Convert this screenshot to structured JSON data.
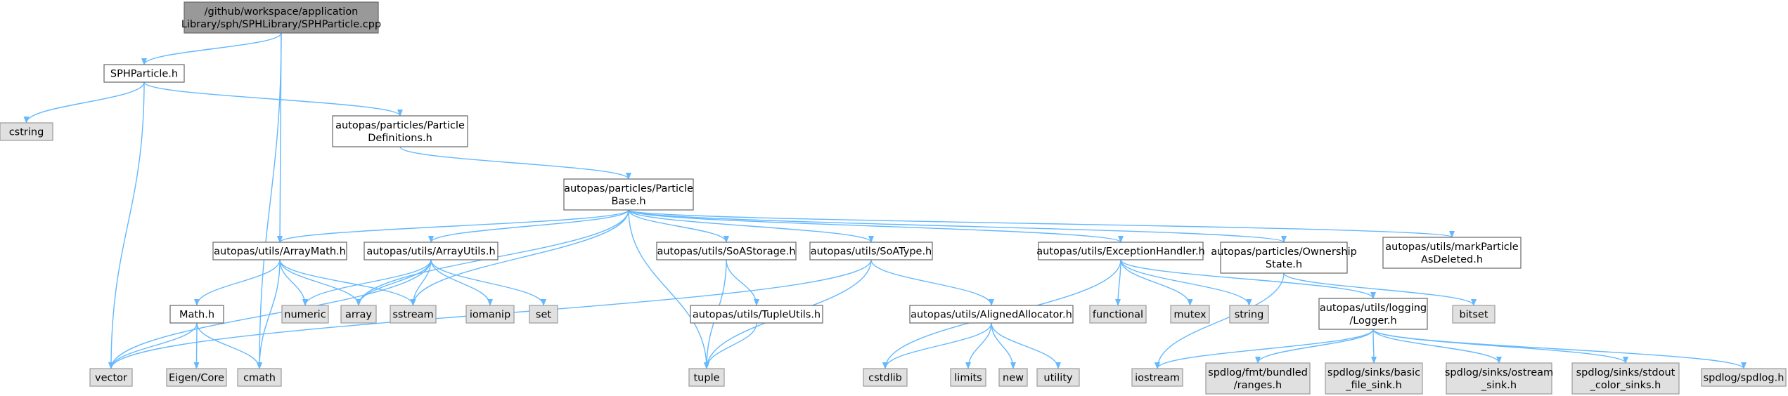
{
  "colors": {
    "edge": "#63b8ff",
    "root_fill": "#999999",
    "root_stroke": "#666666",
    "node_fill": "#ffffff",
    "node_stroke": "#666666",
    "leaf_fill": "#e0e0e0",
    "leaf_stroke": "#999999"
  },
  "nodes": [
    {
      "id": "root",
      "kind": "root",
      "lines": [
        "/github/workspace/application",
        "Library/sph/SPHLibrary/SPHParticle.cpp"
      ]
    },
    {
      "id": "sphparticle_h",
      "kind": "node",
      "lines": [
        "SPHParticle.h"
      ]
    },
    {
      "id": "cstring",
      "kind": "leaf",
      "lines": [
        "cstring"
      ]
    },
    {
      "id": "particle_definitions",
      "kind": "node",
      "lines": [
        "autopas/particles/Particle",
        "Definitions.h"
      ]
    },
    {
      "id": "particle_base",
      "kind": "node",
      "lines": [
        "autopas/particles/Particle",
        "Base.h"
      ]
    },
    {
      "id": "array_math",
      "kind": "node",
      "lines": [
        "autopas/utils/ArrayMath.h"
      ]
    },
    {
      "id": "array_utils",
      "kind": "node",
      "lines": [
        "autopas/utils/ArrayUtils.h"
      ]
    },
    {
      "id": "soa_storage",
      "kind": "node",
      "lines": [
        "autopas/utils/SoAStorage.h"
      ]
    },
    {
      "id": "soa_type",
      "kind": "node",
      "lines": [
        "autopas/utils/SoAType.h"
      ]
    },
    {
      "id": "exception_handler",
      "kind": "node",
      "lines": [
        "autopas/utils/ExceptionHandler.h"
      ]
    },
    {
      "id": "ownership_state",
      "kind": "node",
      "lines": [
        "autopas/particles/Ownership",
        "State.h"
      ]
    },
    {
      "id": "mark_particle",
      "kind": "node",
      "lines": [
        "autopas/utils/markParticle",
        "AsDeleted.h"
      ]
    },
    {
      "id": "math_h",
      "kind": "node",
      "lines": [
        "Math.h"
      ]
    },
    {
      "id": "numeric",
      "kind": "leaf",
      "lines": [
        "numeric"
      ]
    },
    {
      "id": "array",
      "kind": "leaf",
      "lines": [
        "array"
      ]
    },
    {
      "id": "sstream",
      "kind": "leaf",
      "lines": [
        "sstream"
      ]
    },
    {
      "id": "iomanip",
      "kind": "leaf",
      "lines": [
        "iomanip"
      ]
    },
    {
      "id": "set",
      "kind": "leaf",
      "lines": [
        "set"
      ]
    },
    {
      "id": "tuple_utils",
      "kind": "node",
      "lines": [
        "autopas/utils/TupleUtils.h"
      ]
    },
    {
      "id": "aligned_allocator",
      "kind": "node",
      "lines": [
        "autopas/utils/AlignedAllocator.h"
      ]
    },
    {
      "id": "functional",
      "kind": "leaf",
      "lines": [
        "functional"
      ]
    },
    {
      "id": "mutex",
      "kind": "leaf",
      "lines": [
        "mutex"
      ]
    },
    {
      "id": "string",
      "kind": "leaf",
      "lines": [
        "string"
      ]
    },
    {
      "id": "logger",
      "kind": "node",
      "lines": [
        "autopas/utils/logging",
        "/Logger.h"
      ]
    },
    {
      "id": "bitset",
      "kind": "leaf",
      "lines": [
        "bitset"
      ]
    },
    {
      "id": "vector",
      "kind": "leaf",
      "lines": [
        "vector"
      ]
    },
    {
      "id": "eigen_core",
      "kind": "leaf",
      "lines": [
        "Eigen/Core"
      ]
    },
    {
      "id": "cmath",
      "kind": "leaf",
      "lines": [
        "cmath"
      ]
    },
    {
      "id": "tuple",
      "kind": "leaf",
      "lines": [
        "tuple"
      ]
    },
    {
      "id": "cstdlib",
      "kind": "leaf",
      "lines": [
        "cstdlib"
      ]
    },
    {
      "id": "limits",
      "kind": "leaf",
      "lines": [
        "limits"
      ]
    },
    {
      "id": "new",
      "kind": "leaf",
      "lines": [
        "new"
      ]
    },
    {
      "id": "utility",
      "kind": "leaf",
      "lines": [
        "utility"
      ]
    },
    {
      "id": "iostream",
      "kind": "leaf",
      "lines": [
        "iostream"
      ]
    },
    {
      "id": "spdlog_ranges",
      "kind": "leaf",
      "lines": [
        "spdlog/fmt/bundled",
        "/ranges.h"
      ]
    },
    {
      "id": "spdlog_basic",
      "kind": "leaf",
      "lines": [
        "spdlog/sinks/basic",
        "_file_sink.h"
      ]
    },
    {
      "id": "spdlog_ostream",
      "kind": "leaf",
      "lines": [
        "spdlog/sinks/ostream",
        "_sink.h"
      ]
    },
    {
      "id": "spdlog_stdout",
      "kind": "leaf",
      "lines": [
        "spdlog/sinks/stdout",
        "_color_sinks.h"
      ]
    },
    {
      "id": "spdlog_h",
      "kind": "leaf",
      "lines": [
        "spdlog/spdlog.h"
      ]
    }
  ],
  "edges": [
    [
      "root",
      "sphparticle_h"
    ],
    [
      "root",
      "array_math"
    ],
    [
      "root",
      "cmath"
    ],
    [
      "sphparticle_h",
      "cstring"
    ],
    [
      "sphparticle_h",
      "particle_definitions"
    ],
    [
      "sphparticle_h",
      "vector"
    ],
    [
      "particle_definitions",
      "particle_base"
    ],
    [
      "particle_base",
      "array_math"
    ],
    [
      "particle_base",
      "array_utils"
    ],
    [
      "particle_base",
      "soa_storage"
    ],
    [
      "particle_base",
      "soa_type"
    ],
    [
      "particle_base",
      "exception_handler"
    ],
    [
      "particle_base",
      "ownership_state"
    ],
    [
      "particle_base",
      "mark_particle"
    ],
    [
      "particle_base",
      "array"
    ],
    [
      "particle_base",
      "sstream"
    ],
    [
      "particle_base",
      "tuple"
    ],
    [
      "array_math",
      "math_h"
    ],
    [
      "array_math",
      "numeric"
    ],
    [
      "array_math",
      "array"
    ],
    [
      "array_math",
      "sstream"
    ],
    [
      "array_math",
      "cmath"
    ],
    [
      "array_utils",
      "vector"
    ],
    [
      "array_utils",
      "numeric"
    ],
    [
      "array_utils",
      "array"
    ],
    [
      "array_utils",
      "sstream"
    ],
    [
      "array_utils",
      "iomanip"
    ],
    [
      "array_utils",
      "set"
    ],
    [
      "math_h",
      "vector"
    ],
    [
      "math_h",
      "eigen_core"
    ],
    [
      "math_h",
      "cmath"
    ],
    [
      "soa_storage",
      "tuple_utils"
    ],
    [
      "soa_storage",
      "tuple"
    ],
    [
      "soa_type",
      "vector"
    ],
    [
      "soa_type",
      "aligned_allocator"
    ],
    [
      "soa_type",
      "tuple"
    ],
    [
      "tuple_utils",
      "tuple"
    ],
    [
      "aligned_allocator",
      "cstdlib"
    ],
    [
      "aligned_allocator",
      "limits"
    ],
    [
      "aligned_allocator",
      "new"
    ],
    [
      "aligned_allocator",
      "utility"
    ],
    [
      "exception_handler",
      "cstdlib"
    ],
    [
      "exception_handler",
      "functional"
    ],
    [
      "exception_handler",
      "mutex"
    ],
    [
      "exception_handler",
      "string"
    ],
    [
      "exception_handler",
      "logger"
    ],
    [
      "ownership_state",
      "iostream"
    ],
    [
      "ownership_state",
      "bitset"
    ],
    [
      "logger",
      "iostream"
    ],
    [
      "logger",
      "spdlog_ranges"
    ],
    [
      "logger",
      "spdlog_basic"
    ],
    [
      "logger",
      "spdlog_ostream"
    ],
    [
      "logger",
      "spdlog_stdout"
    ],
    [
      "logger",
      "spdlog_h"
    ]
  ]
}
